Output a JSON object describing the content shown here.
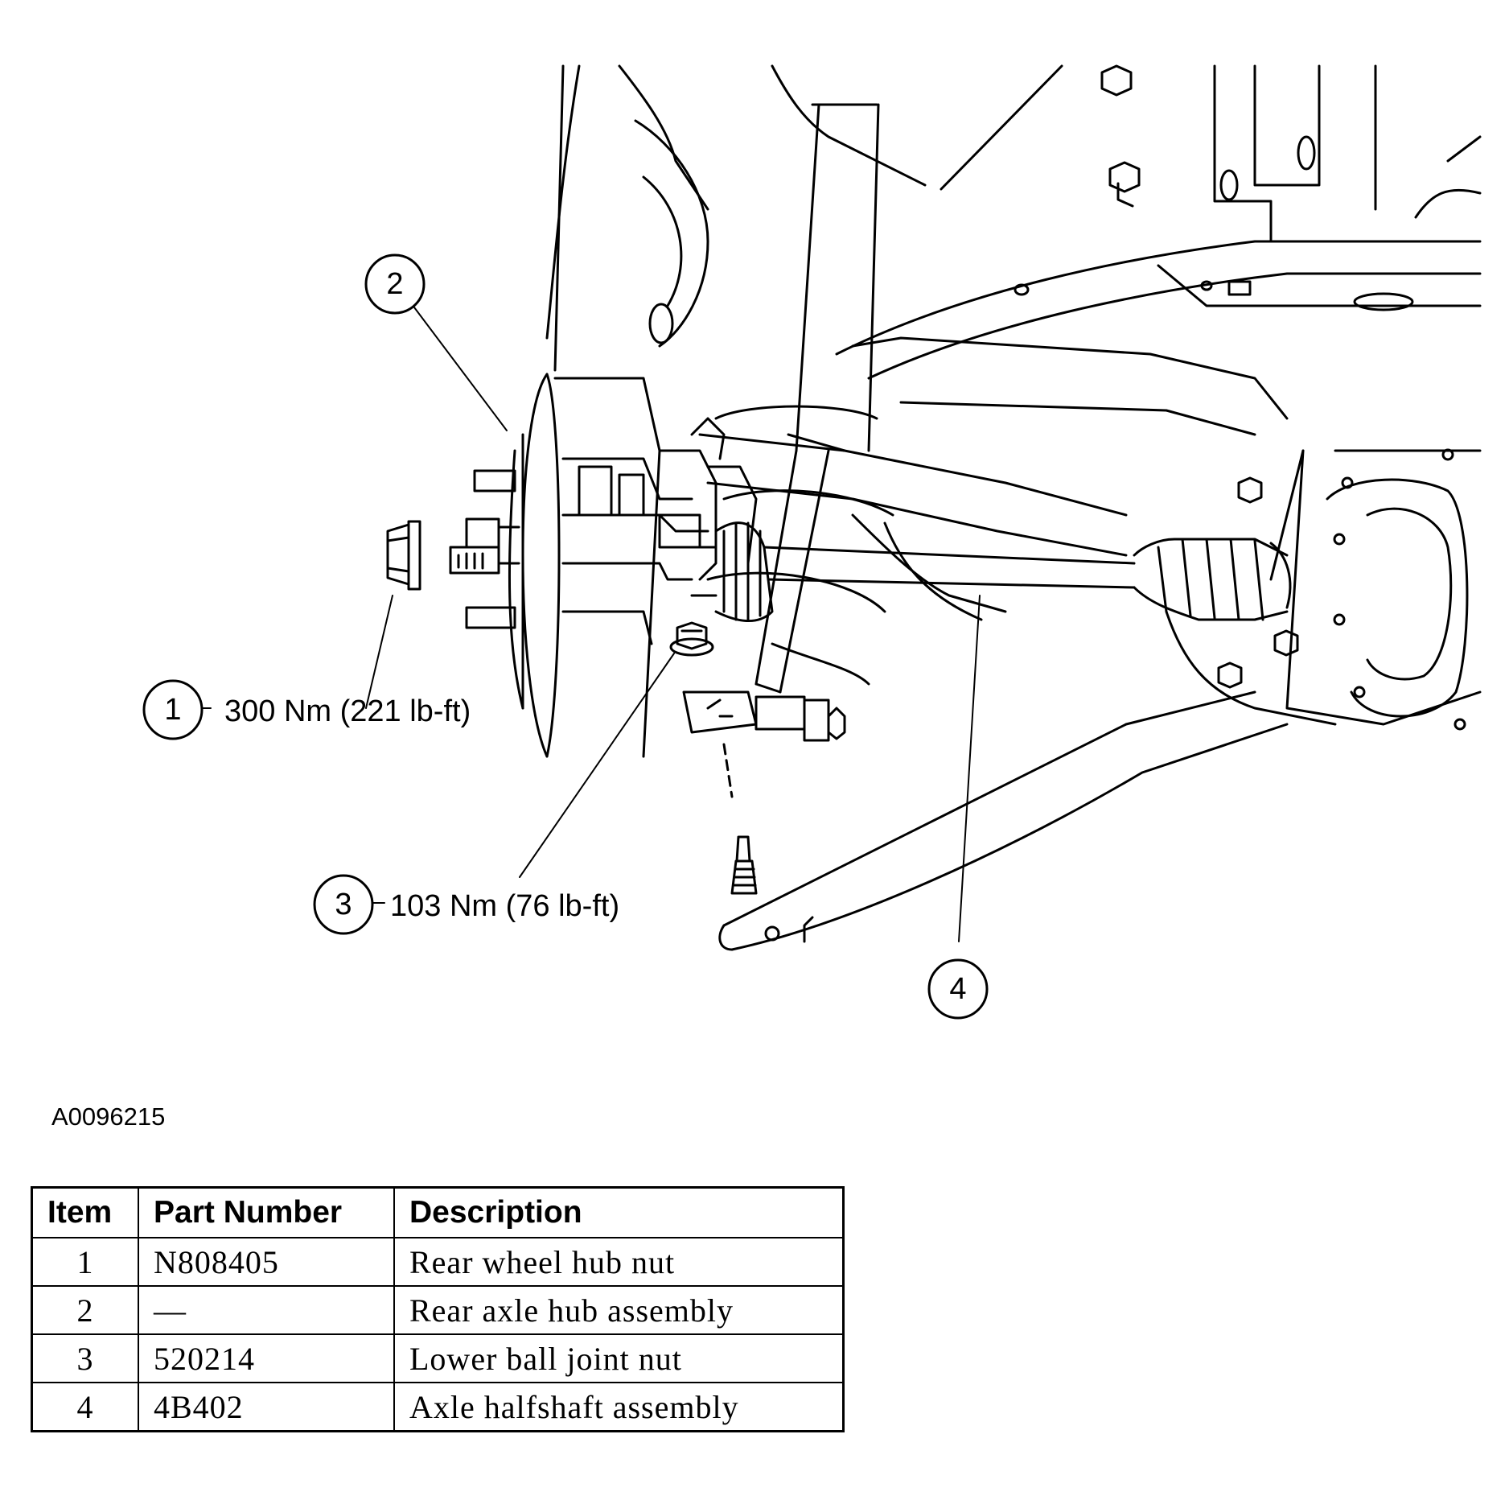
{
  "figure_id": "A0096215",
  "callouts": [
    {
      "num": "1",
      "torque": "300 Nm (221 lb-ft)"
    },
    {
      "num": "2"
    },
    {
      "num": "3",
      "torque": "103 Nm (76 lb-ft)"
    },
    {
      "num": "4"
    }
  ],
  "table": {
    "headers": [
      "Item",
      "Part Number",
      "Description"
    ],
    "rows": [
      {
        "item": "1",
        "part": "N808405",
        "desc": "Rear wheel hub nut"
      },
      {
        "item": "2",
        "part": "—",
        "desc": "Rear axle hub assembly"
      },
      {
        "item": "3",
        "part": "520214",
        "desc": "Lower ball joint nut"
      },
      {
        "item": "4",
        "part": "4B402",
        "desc": "Axle halfshaft assembly"
      }
    ]
  }
}
